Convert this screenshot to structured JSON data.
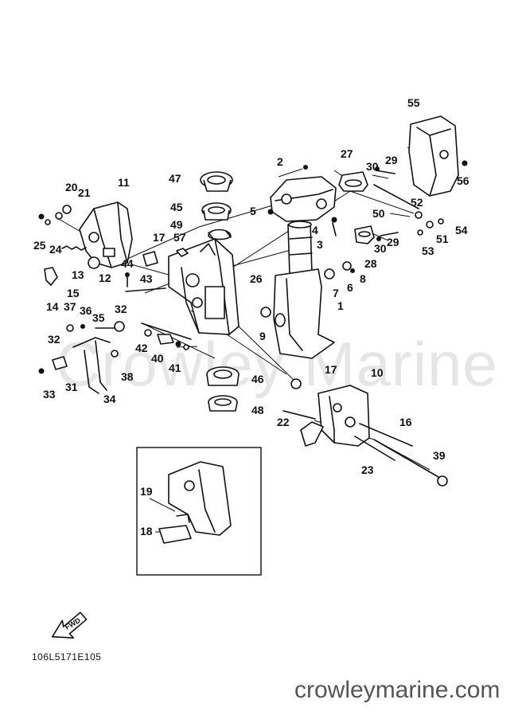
{
  "watermark": "Crowley Marine",
  "diagram_code": "106L5171E105",
  "site_url": "crowleymarine.com",
  "fwd_label": "FWD",
  "callouts": [
    {
      "id": "1",
      "label": "1"
    },
    {
      "id": "2",
      "label": "2"
    },
    {
      "id": "3",
      "label": "3"
    },
    {
      "id": "4",
      "label": "4"
    },
    {
      "id": "5",
      "label": "5"
    },
    {
      "id": "6",
      "label": "6"
    },
    {
      "id": "7",
      "label": "7"
    },
    {
      "id": "8",
      "label": "8"
    },
    {
      "id": "9",
      "label": "9"
    },
    {
      "id": "10",
      "label": "10"
    },
    {
      "id": "11",
      "label": "11"
    },
    {
      "id": "12",
      "label": "12"
    },
    {
      "id": "13",
      "label": "13"
    },
    {
      "id": "14",
      "label": "14"
    },
    {
      "id": "15",
      "label": "15"
    },
    {
      "id": "16",
      "label": "16"
    },
    {
      "id": "17a",
      "label": "17"
    },
    {
      "id": "17b",
      "label": "17"
    },
    {
      "id": "18",
      "label": "18"
    },
    {
      "id": "19",
      "label": "19"
    },
    {
      "id": "20",
      "label": "20"
    },
    {
      "id": "21",
      "label": "21"
    },
    {
      "id": "22",
      "label": "22"
    },
    {
      "id": "23",
      "label": "23"
    },
    {
      "id": "24",
      "label": "24"
    },
    {
      "id": "25",
      "label": "25"
    },
    {
      "id": "26",
      "label": "26"
    },
    {
      "id": "27",
      "label": "27"
    },
    {
      "id": "28",
      "label": "28"
    },
    {
      "id": "29a",
      "label": "29"
    },
    {
      "id": "29b",
      "label": "29"
    },
    {
      "id": "30a",
      "label": "30"
    },
    {
      "id": "30b",
      "label": "30"
    },
    {
      "id": "31",
      "label": "31"
    },
    {
      "id": "32a",
      "label": "32"
    },
    {
      "id": "32b",
      "label": "32"
    },
    {
      "id": "33",
      "label": "33"
    },
    {
      "id": "34",
      "label": "34"
    },
    {
      "id": "35",
      "label": "35"
    },
    {
      "id": "36",
      "label": "36"
    },
    {
      "id": "37",
      "label": "37"
    },
    {
      "id": "38",
      "label": "38"
    },
    {
      "id": "39",
      "label": "39"
    },
    {
      "id": "40",
      "label": "40"
    },
    {
      "id": "41",
      "label": "41"
    },
    {
      "id": "42",
      "label": "42"
    },
    {
      "id": "43",
      "label": "43"
    },
    {
      "id": "44",
      "label": "44"
    },
    {
      "id": "45",
      "label": "45"
    },
    {
      "id": "46",
      "label": "46"
    },
    {
      "id": "47",
      "label": "47"
    },
    {
      "id": "48",
      "label": "48"
    },
    {
      "id": "49",
      "label": "49"
    },
    {
      "id": "50",
      "label": "50"
    },
    {
      "id": "51",
      "label": "51"
    },
    {
      "id": "52",
      "label": "52"
    },
    {
      "id": "53",
      "label": "53"
    },
    {
      "id": "54",
      "label": "54"
    },
    {
      "id": "55",
      "label": "55"
    },
    {
      "id": "56",
      "label": "56"
    },
    {
      "id": "57",
      "label": "57"
    }
  ]
}
